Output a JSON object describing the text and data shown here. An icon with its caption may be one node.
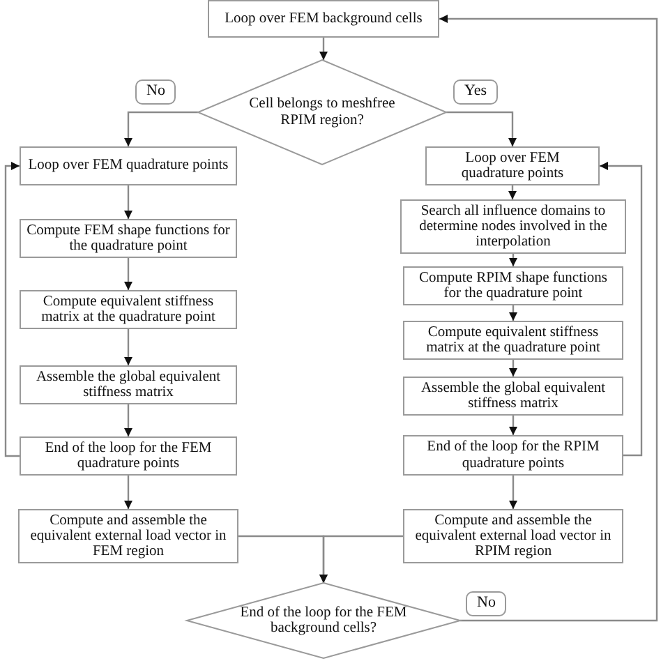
{
  "diagram": {
    "nodes": [
      {
        "text": [
          "Loop over FEM background cells"
        ]
      },
      {
        "text": [
          "Cell belongs to meshfree RPIM region?"
        ]
      },
      {
        "text": [
          "Loop over FEM quadrature points"
        ]
      },
      {
        "text": [
          "Compute FEM shape functions for the quadrature point"
        ]
      },
      {
        "text": [
          "Compute equivalent stiffness matrix at the quadrature point"
        ]
      },
      {
        "text": [
          "Assemble the global equivalent stiffness matrix"
        ]
      },
      {
        "text": [
          "End of the loop for the FEM quadrature points"
        ]
      },
      {
        "text": [
          "Compute and assemble the equivalent external load vector in FEM region"
        ]
      },
      {
        "text": [
          "Loop over FEM quadrature points"
        ]
      },
      {
        "text": [
          "Search all influence domains to determine nodes involved in the interpolation"
        ]
      },
      {
        "text": [
          "Compute RPIM shape functions for the quadrature point"
        ]
      },
      {
        "text": [
          "Compute equivalent stiffness matrix at the quadrature point"
        ]
      },
      {
        "text": [
          "Assemble the global equivalent stiffness matrix"
        ]
      },
      {
        "text": [
          "End of the loop for the RPIM quadrature points"
        ]
      },
      {
        "text": [
          "Compute and assemble the equivalent external load vector in RPIM region"
        ]
      },
      {
        "text": [
          "End of the loop for the FEM background cells?"
        ]
      }
    ],
    "edges": [
      {
        "from": 0,
        "to": 1,
        "arrow": "to"
      },
      {
        "from": 1,
        "to": 2,
        "arrow": "to",
        "label": "No"
      },
      {
        "from": 1,
        "to": 8,
        "arrow": "to",
        "label": "Yes"
      },
      {
        "from": 2,
        "to": 3,
        "arrow": "to"
      },
      {
        "from": 3,
        "to": 4,
        "arrow": "to"
      },
      {
        "from": 4,
        "to": 5,
        "arrow": "to"
      },
      {
        "from": 5,
        "to": 6,
        "arrow": "to"
      },
      {
        "from": 6,
        "to": 7,
        "arrow": "to"
      },
      {
        "from": 6,
        "to": 2,
        "arrow": "to"
      },
      {
        "from": 8,
        "to": 9,
        "arrow": "to"
      },
      {
        "from": 9,
        "to": 10,
        "arrow": "to"
      },
      {
        "from": 10,
        "to": 11,
        "arrow": "to"
      },
      {
        "from": 11,
        "to": 12,
        "arrow": "to"
      },
      {
        "from": 12,
        "to": 13,
        "arrow": "to"
      },
      {
        "from": 13,
        "to": 14,
        "arrow": "to"
      },
      {
        "from": 13,
        "to": 8,
        "arrow": "to"
      },
      {
        "from": 7,
        "to": 15,
        "arrow": "to"
      },
      {
        "from": 14,
        "to": 15,
        "arrow": "to"
      },
      {
        "from": 15,
        "to": 0,
        "arrow": "to",
        "label": "No"
      }
    ]
  }
}
